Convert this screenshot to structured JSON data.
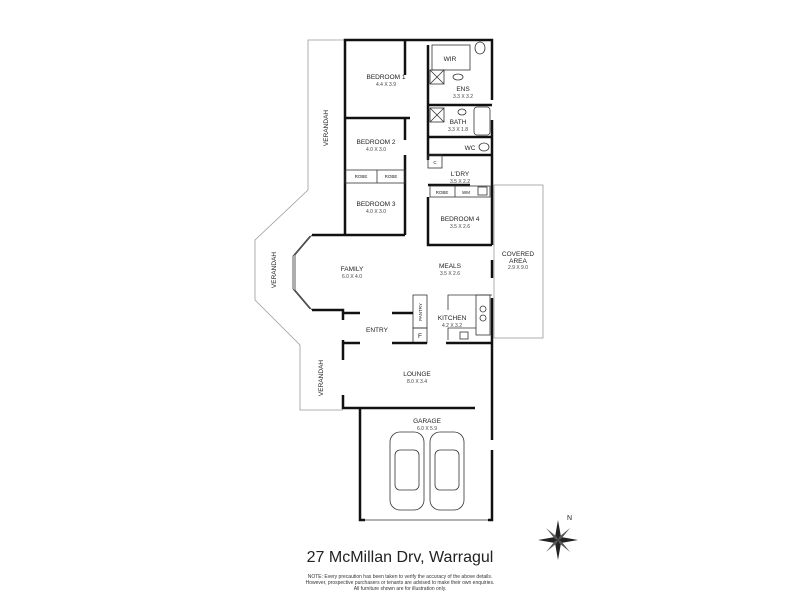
{
  "plan": {
    "rooms": {
      "bedroom1": {
        "name": "BEDROOM 1",
        "size": "4.4 X 3.9"
      },
      "wir": {
        "name": "WIR"
      },
      "ens": {
        "name": "ENS",
        "size": "3.3 X 3.2"
      },
      "bath": {
        "name": "BATH",
        "size": "3.3 X 1.8"
      },
      "wc": {
        "name": "WC"
      },
      "bedroom2": {
        "name": "BEDROOM 2",
        "size": "4.0 X 3.0"
      },
      "robe_a": {
        "name": "ROBE"
      },
      "robe_b": {
        "name": "ROBE"
      },
      "bedroom3": {
        "name": "BEDROOM 3",
        "size": "4.0 X 3.0"
      },
      "linen": {
        "name": "C"
      },
      "laundry": {
        "name": "L'DRY",
        "size": "3.5 X 2.2"
      },
      "robe_c": {
        "name": "ROBE"
      },
      "wm": {
        "name": "WM"
      },
      "bedroom4": {
        "name": "BEDROOM 4",
        "size": "3.5 X 2.6"
      },
      "covered": {
        "name1": "COVERED",
        "name2": "AREA",
        "size": "2.9 X 9.0"
      },
      "family": {
        "name": "FAMILY",
        "size": "6.0 X 4.0"
      },
      "meals": {
        "name": "MEALS",
        "size": "3.5 X 2.6"
      },
      "pantry": {
        "name": "PANTRY"
      },
      "fridge": {
        "name": "F"
      },
      "kitchen": {
        "name": "KITCHEN",
        "size": "4.2 X 3.2"
      },
      "entry": {
        "name": "ENTRY"
      },
      "lounge": {
        "name": "LOUNGE",
        "size": "8.0 X 3.4"
      },
      "garage": {
        "name": "GARAGE",
        "size": "6.0 X 5.9"
      },
      "verandah_top": {
        "name": "VERANDAH"
      },
      "verandah_mid": {
        "name": "VERANDAH"
      },
      "verandah_low": {
        "name": "VERANDAH"
      }
    },
    "compass": {
      "label": "N"
    }
  },
  "footer": {
    "address": "27 McMillan Drv, Warragul",
    "note": [
      "NOTE: Every precaution has been taken to verify the accuracy of the above details.",
      "However, prospective purchasers or tenants are advised to make their own enquiries.",
      "All furniture shown are for illustration only."
    ]
  }
}
